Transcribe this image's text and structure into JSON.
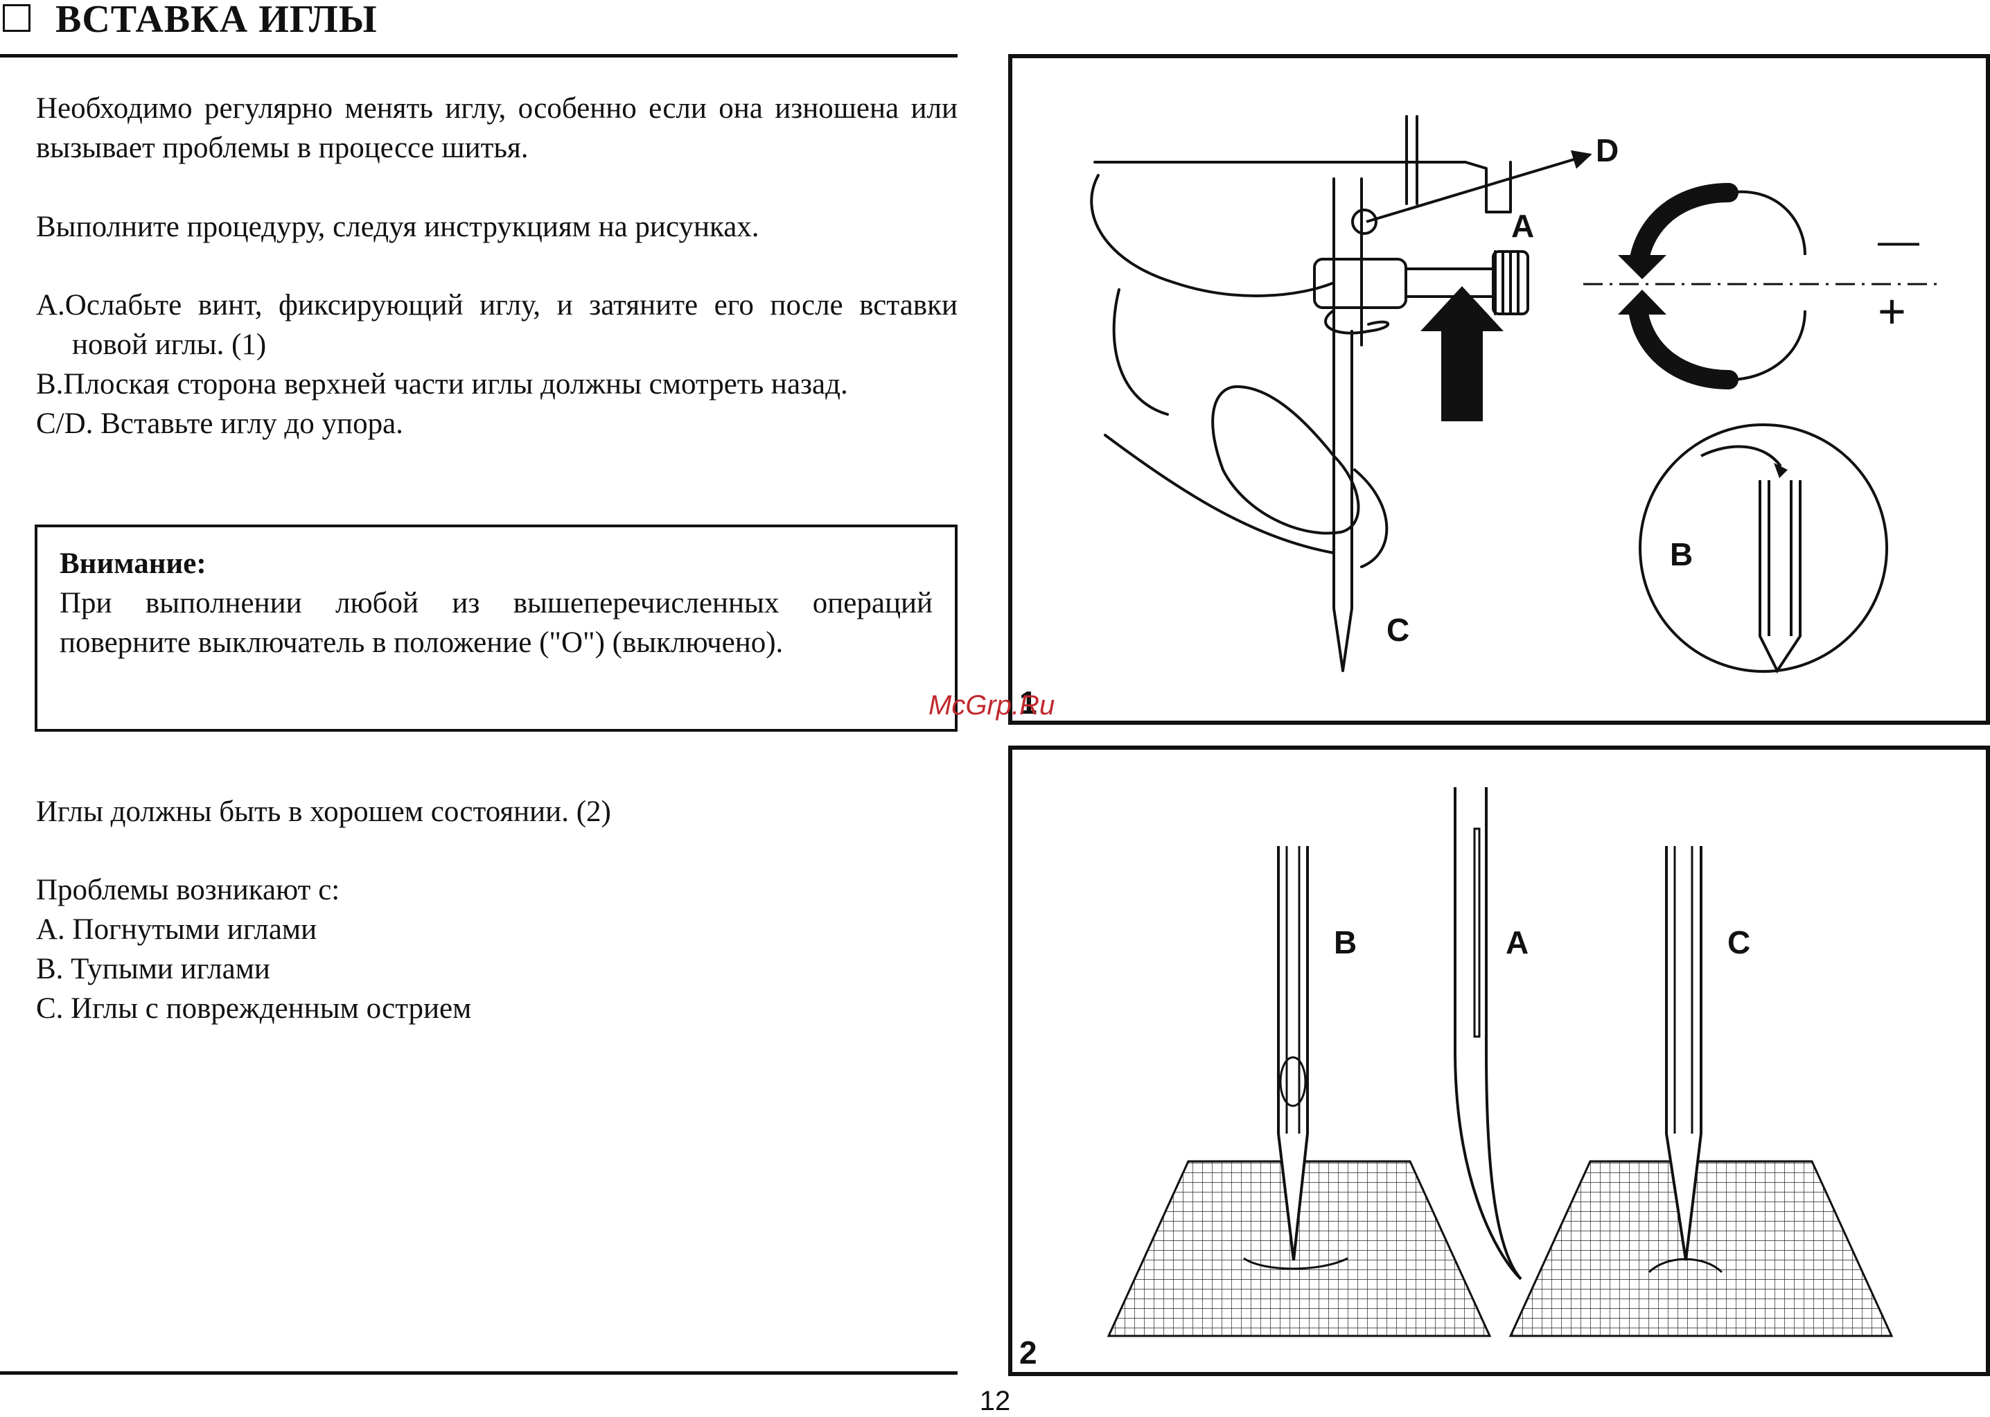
{
  "header": {
    "title": "ВСТАВКА ИГЛЫ"
  },
  "intro": {
    "p1": "Необходимо регулярно менять иглу, особенно если она изношена или вызывает проблемы в процессе шитья.",
    "p2": "Выполните процедуру, следуя инструкциям на рисунках.",
    "steps": [
      "A.Ослабьте винт, фиксирующий иглу, и затяните его после вставки новой иглы. (1)",
      "B.Плоская сторона верхней части иглы должны смотреть назад.",
      "C/D. Вставьте иглу до упора."
    ]
  },
  "warning": {
    "title": "Внимание:",
    "text": "При выполнении любой из вышеперечисленных операций поверните выключатель в положение (\"O\") (выключено)."
  },
  "condition": {
    "p1": "Иглы должны быть в хорошем состоянии. (2)",
    "p2": "Проблемы возникают с:",
    "items": [
      "A. Погнутыми иглами",
      "B. Тупыми иглами",
      "C. Иглы с поврежденным острием"
    ]
  },
  "figure1": {
    "number": "1",
    "labels": {
      "d": "D",
      "a": "A",
      "b": "B",
      "c": "C",
      "minus": "—",
      "plus": "+"
    }
  },
  "figure2": {
    "number": "2",
    "labels": {
      "b": "B",
      "a": "A",
      "c": "C"
    }
  },
  "watermark": "McGrp.Ru",
  "page_number": "12"
}
